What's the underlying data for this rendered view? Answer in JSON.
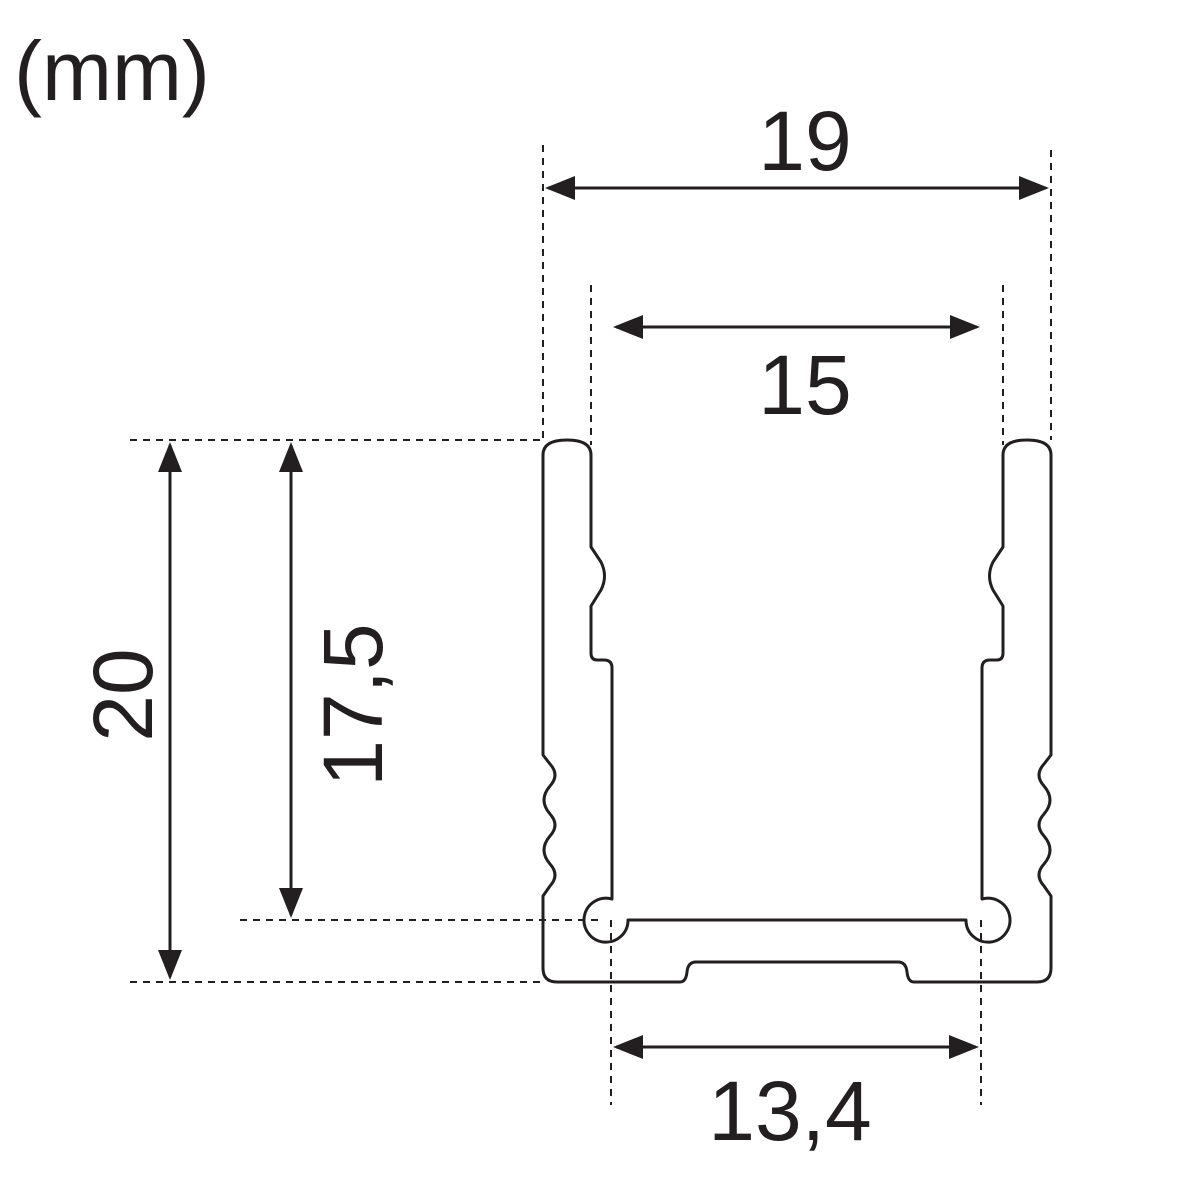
{
  "units_label": "(mm)",
  "dimensions": {
    "outer_width": "19",
    "inner_width": "15",
    "base_width": "13,4",
    "outer_height": "20",
    "inner_height": "17,5"
  },
  "colors": {
    "line": "#231f20",
    "background": "#ffffff"
  }
}
